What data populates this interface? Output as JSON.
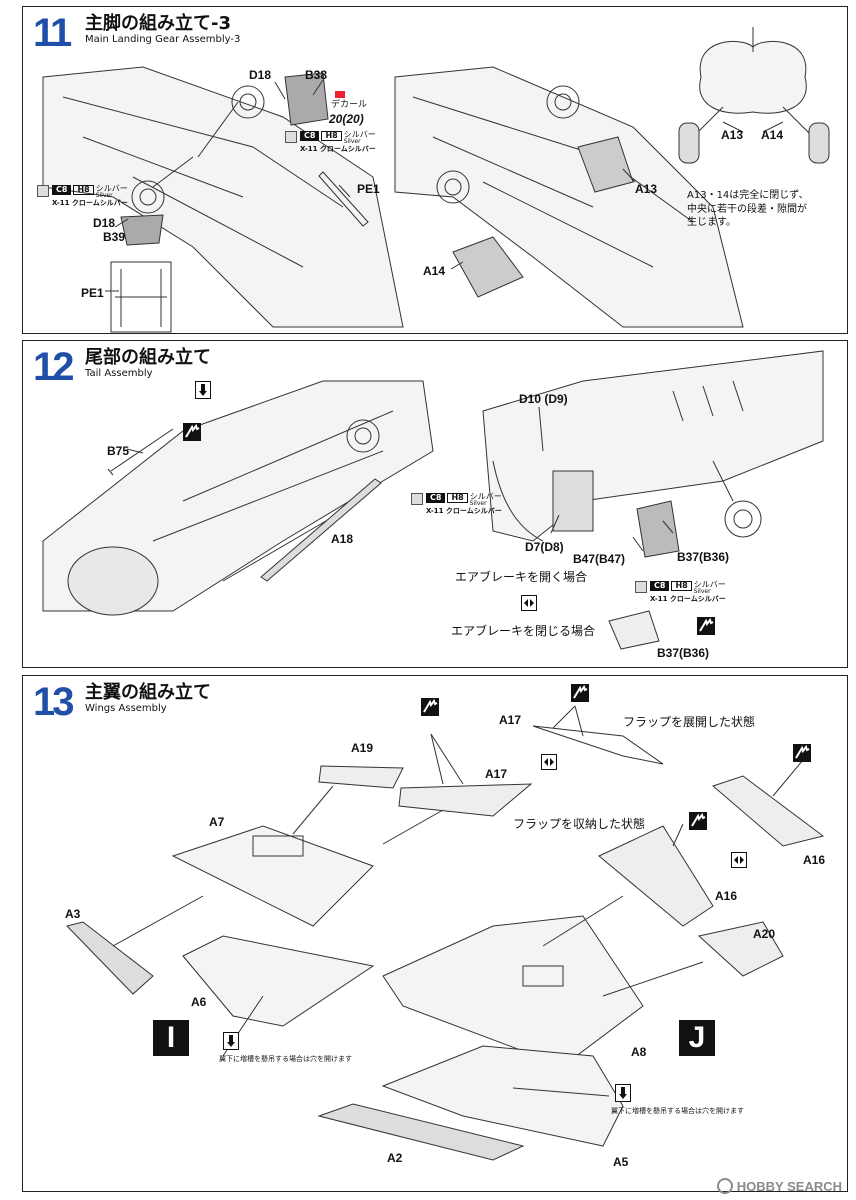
{
  "step11": {
    "number": "11",
    "title": "主脚の組み立て-3",
    "subtitle": "Main Landing Gear Assembly-3",
    "labels": {
      "d18_top": "D18",
      "b38": "B38",
      "decal_label": "デカール",
      "decal_number": "20(20)",
      "pe1_right": "PE1",
      "d18_bottom": "D18",
      "b39": "B39",
      "pe1_left": "PE1",
      "a13_door": "A13",
      "a14_door": "A14",
      "a13_front": "A13",
      "a14_front": "A14"
    },
    "paint1": {
      "c8": "C8",
      "h8": "H8",
      "silver_jp": "シルバー",
      "silver_en": "Silver",
      "x11": "X-11 クロームシルバー"
    },
    "paint2": {
      "c8": "C8",
      "h8": "H8",
      "silver_jp": "シルバー",
      "silver_en": "Silver",
      "x11": "X-11 クロームシルバー"
    },
    "note_lines": [
      "A13・14は完全に閉じず、",
      "中央に若干の段差・隙間が",
      "生じます。"
    ]
  },
  "step12": {
    "number": "12",
    "title": "尾部の組み立て",
    "subtitle": "Tail Assembly",
    "labels": {
      "b75": "B75",
      "a18": "A18",
      "d10": "D10 (D9)",
      "d7": "D7(D8)",
      "b47": "B47(B47)",
      "b37_top": "B37(B36)",
      "b37_bottom": "B37(B36)"
    },
    "paint1": {
      "c8": "C8",
      "h8": "H8",
      "silver_jp": "シルバー",
      "silver_en": "Silver",
      "x11": "X-11 クロームシルバー"
    },
    "paint2": {
      "c8": "C8",
      "h8": "H8",
      "silver_jp": "シルバー",
      "silver_en": "Silver",
      "x11": "X-11 クロームシルバー"
    },
    "airbrake_open": "エアブレーキを開く場合",
    "airbrake_closed": "エアブレーキを閉じる場合"
  },
  "step13": {
    "number": "13",
    "title": "主翼の組み立て",
    "subtitle": "Wings Assembly",
    "labels": {
      "a19": "A19",
      "a17_left": "A17",
      "a17_top": "A17",
      "a7": "A7",
      "a3": "A3",
      "a6": "A6",
      "a16_mid": "A16",
      "a16_right": "A16",
      "a20": "A20",
      "a8": "A8",
      "a2": "A2",
      "a5": "A5"
    },
    "flap_extended": "フラップを展開した状態",
    "flap_retracted": "フラップを収納した状態",
    "letter_left": "I",
    "letter_right": "J",
    "drill_note_left": "翼下に増槽を懸吊する場合は穴を開けます",
    "drill_note_right": "翼下に増槽を懸吊する場合は穴を開けます"
  },
  "watermark": "HOBBY SEARCH",
  "icons": [
    "glue-icon",
    "swap-arrows-icon",
    "drill-icon",
    "decal-icon"
  ]
}
